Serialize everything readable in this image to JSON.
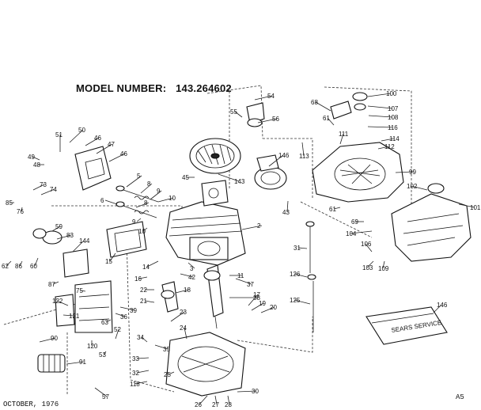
{
  "header": {
    "model_label": "MODEL NUMBER:",
    "model_number": "143.264602"
  },
  "footer": {
    "date": "OCTOBER, 1976",
    "page": "A5"
  },
  "manual_cover_text": "SEARS SERVICE",
  "callouts": [
    {
      "id": "c-54",
      "label": "54"
    },
    {
      "id": "c-55",
      "label": "55"
    },
    {
      "id": "c-56",
      "label": "56"
    },
    {
      "id": "c-68",
      "label": "68"
    },
    {
      "id": "c-100",
      "label": "100"
    },
    {
      "id": "c-107",
      "label": "107"
    },
    {
      "id": "c-108",
      "label": "108"
    },
    {
      "id": "c-116",
      "label": "116"
    },
    {
      "id": "c-61a",
      "label": "61"
    },
    {
      "id": "c-111",
      "label": "111"
    },
    {
      "id": "c-114",
      "label": "114"
    },
    {
      "id": "c-112",
      "label": "112"
    },
    {
      "id": "c-50",
      "label": "50"
    },
    {
      "id": "c-51",
      "label": "51"
    },
    {
      "id": "c-46a",
      "label": "46"
    },
    {
      "id": "c-47",
      "label": "47"
    },
    {
      "id": "c-46b",
      "label": "46"
    },
    {
      "id": "c-49",
      "label": "49"
    },
    {
      "id": "c-48",
      "label": "48"
    },
    {
      "id": "c-113",
      "label": "113"
    },
    {
      "id": "c-146a",
      "label": "146"
    },
    {
      "id": "c-99",
      "label": "99"
    },
    {
      "id": "c-102",
      "label": "102"
    },
    {
      "id": "c-101",
      "label": "101"
    },
    {
      "id": "c-45",
      "label": "45"
    },
    {
      "id": "c-143",
      "label": "143"
    },
    {
      "id": "c-5",
      "label": "5"
    },
    {
      "id": "c-8a",
      "label": "8"
    },
    {
      "id": "c-9a",
      "label": "9"
    },
    {
      "id": "c-10a",
      "label": "10"
    },
    {
      "id": "c-73",
      "label": "73"
    },
    {
      "id": "c-74",
      "label": "74"
    },
    {
      "id": "c-85",
      "label": "85"
    },
    {
      "id": "c-76",
      "label": "76"
    },
    {
      "id": "c-6",
      "label": "6"
    },
    {
      "id": "c-8b",
      "label": "8"
    },
    {
      "id": "c-9b",
      "label": "9"
    },
    {
      "id": "c-10b",
      "label": "10"
    },
    {
      "id": "c-43",
      "label": "43"
    },
    {
      "id": "c-61b",
      "label": "61"
    },
    {
      "id": "c-69",
      "label": "69"
    },
    {
      "id": "c-104",
      "label": "104"
    },
    {
      "id": "c-59",
      "label": "59"
    },
    {
      "id": "c-2",
      "label": "2"
    },
    {
      "id": "c-31",
      "label": "31"
    },
    {
      "id": "c-83",
      "label": "83"
    },
    {
      "id": "c-144",
      "label": "144"
    },
    {
      "id": "c-62",
      "label": "62"
    },
    {
      "id": "c-86",
      "label": "86"
    },
    {
      "id": "c-60",
      "label": "60"
    },
    {
      "id": "c-15",
      "label": "15"
    },
    {
      "id": "c-106",
      "label": "106"
    },
    {
      "id": "c-103",
      "label": "103"
    },
    {
      "id": "c-109",
      "label": "109"
    },
    {
      "id": "c-14",
      "label": "14"
    },
    {
      "id": "c-3",
      "label": "3"
    },
    {
      "id": "c-42",
      "label": "42"
    },
    {
      "id": "c-126",
      "label": "126"
    },
    {
      "id": "c-16",
      "label": "16"
    },
    {
      "id": "c-87",
      "label": "87"
    },
    {
      "id": "c-11",
      "label": "11"
    },
    {
      "id": "c-37",
      "label": "37"
    },
    {
      "id": "c-75",
      "label": "75"
    },
    {
      "id": "c-22",
      "label": "22"
    },
    {
      "id": "c-18",
      "label": "18"
    },
    {
      "id": "c-38",
      "label": "38"
    },
    {
      "id": "c-21",
      "label": "21"
    },
    {
      "id": "c-17",
      "label": "17"
    },
    {
      "id": "c-125",
      "label": "125"
    },
    {
      "id": "c-122",
      "label": "122"
    },
    {
      "id": "c-19",
      "label": "19"
    },
    {
      "id": "c-20",
      "label": "20"
    },
    {
      "id": "c-39",
      "label": "39"
    },
    {
      "id": "c-36",
      "label": "36"
    },
    {
      "id": "c-23",
      "label": "23"
    },
    {
      "id": "c-146b",
      "label": "146"
    },
    {
      "id": "c-63",
      "label": "63"
    },
    {
      "id": "c-121",
      "label": "121"
    },
    {
      "id": "c-52",
      "label": "52"
    },
    {
      "id": "c-120",
      "label": "120"
    },
    {
      "id": "c-90",
      "label": "90"
    },
    {
      "id": "c-24",
      "label": "24"
    },
    {
      "id": "c-34",
      "label": "34"
    },
    {
      "id": "c-35",
      "label": "35"
    },
    {
      "id": "c-53",
      "label": "53"
    },
    {
      "id": "c-33",
      "label": "33"
    },
    {
      "id": "c-91",
      "label": "91"
    },
    {
      "id": "c-32",
      "label": "32"
    },
    {
      "id": "c-25",
      "label": "25"
    },
    {
      "id": "c-118",
      "label": "118"
    },
    {
      "id": "c-57",
      "label": "57"
    },
    {
      "id": "c-30",
      "label": "30"
    },
    {
      "id": "c-26",
      "label": "26"
    },
    {
      "id": "c-27",
      "label": "27"
    },
    {
      "id": "c-28",
      "label": "28"
    }
  ]
}
